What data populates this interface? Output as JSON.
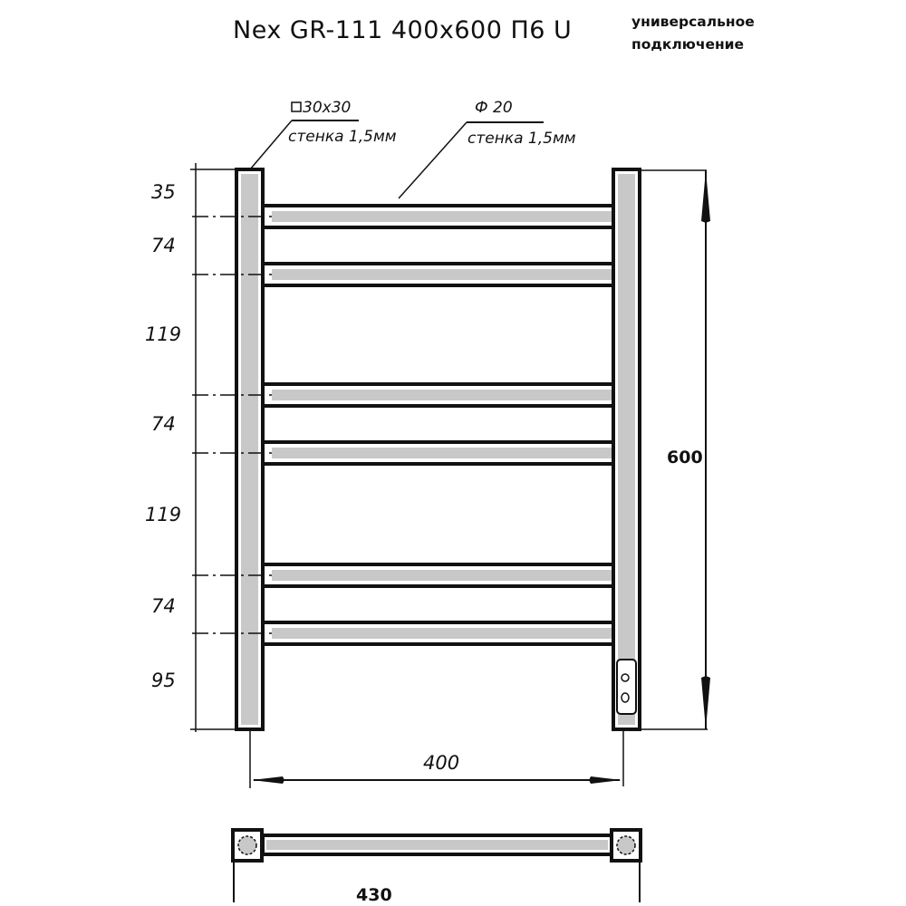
{
  "header": {
    "title": "Nex GR-111  400x600 П6 U",
    "subtitle_line1": "универсальное",
    "subtitle_line2": "подключение"
  },
  "callouts": {
    "post": {
      "size": "30x30",
      "wall": "стенка 1,5мм",
      "symbol": "square"
    },
    "rung": {
      "size": "Ф 20",
      "wall": "стенка 1,5мм"
    }
  },
  "vertical_dimensions": {
    "segments": [
      {
        "label": "35"
      },
      {
        "label": "74"
      },
      {
        "label": "119"
      },
      {
        "label": "74"
      },
      {
        "label": "119"
      },
      {
        "label": "74"
      },
      {
        "label": "95"
      }
    ],
    "total_height": "600"
  },
  "horizontal_dimensions": {
    "center_distance": "400",
    "overall_width": "430"
  },
  "rungs": {
    "count": 6
  },
  "colors": {
    "line": "#111111",
    "fill": "#c8c8c8",
    "background": "#ffffff"
  }
}
